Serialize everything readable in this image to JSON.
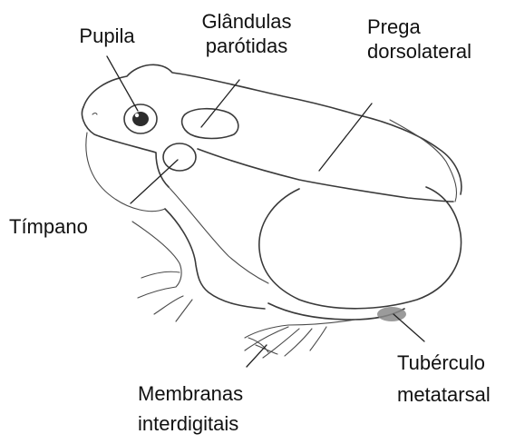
{
  "diagram": {
    "labels": {
      "pupila": "Pupila",
      "parotidas_line1": "Glândulas",
      "parotidas_line2": "parótidas",
      "prega_line1": "Prega",
      "prega_line2": "dorsolateral",
      "timpano": "Tímpano",
      "tuberculo_line1": "Tubérculo",
      "tuberculo_line2": "metatarsal",
      "membranas_line1": "Membranas",
      "membranas_line2": "interdigitais"
    },
    "colors": {
      "line": "#3a3a3a",
      "text": "#111111",
      "tubercle_shade": "#8a8a8a",
      "background": "#ffffff"
    }
  }
}
